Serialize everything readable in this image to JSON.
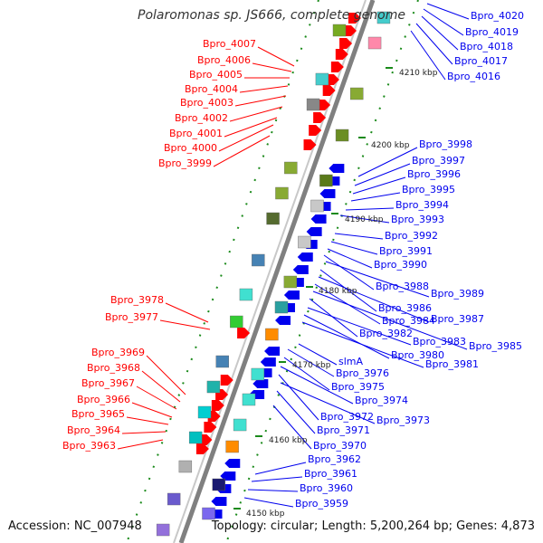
{
  "title": "Polaromonas sp. JS666, complete genome",
  "footer": {
    "accession": "Accession: NC_007948",
    "topology": "Topology: circular; Length: 5,200,264 bp; Genes: 4,873"
  },
  "colors": {
    "forward": "#ff0000",
    "reverse": "#0000ee",
    "axis": "#808080",
    "tick": "#1a8a1a"
  },
  "scale_labels": [
    "4210 kbp",
    "4200 kbp",
    "4190 kbp",
    "4180 kbp",
    "4170 kbp",
    "4160 kbp",
    "4150 kbp"
  ],
  "genes_left": [
    "Bpro_4007",
    "Bpro_4006",
    "Bpro_4005",
    "Bpro_4004",
    "Bpro_4003",
    "Bpro_4002",
    "Bpro_4001",
    "Bpro_4000",
    "Bpro_3999",
    "Bpro_3978",
    "Bpro_3977",
    "Bpro_3969",
    "Bpro_3968",
    "Bpro_3967",
    "Bpro_3966",
    "Bpro_3965",
    "Bpro_3964",
    "Bpro_3963"
  ],
  "genes_right": [
    "Bpro_4020",
    "Bpro_4019",
    "Bpro_4018",
    "Bpro_4017",
    "Bpro_4016",
    "Bpro_3998",
    "Bpro_3997",
    "Bpro_3996",
    "Bpro_3995",
    "Bpro_3994",
    "Bpro_3993",
    "Bpro_3992",
    "Bpro_3991",
    "Bpro_3990",
    "Bpro_3988",
    "Bpro_3989",
    "Bpro_3986",
    "Bpro_3987",
    "Bpro_3984",
    "Bpro_3985",
    "Bpro_3982",
    "Bpro_3983",
    "Bpro_3980",
    "Bpro_3981",
    "slmA",
    "Bpro_3976",
    "Bpro_3975",
    "Bpro_3974",
    "Bpro_3972",
    "Bpro_3973",
    "Bpro_3971",
    "Bpro_3970",
    "Bpro_3962",
    "Bpro_3961",
    "Bpro_3960",
    "Bpro_3959"
  ]
}
